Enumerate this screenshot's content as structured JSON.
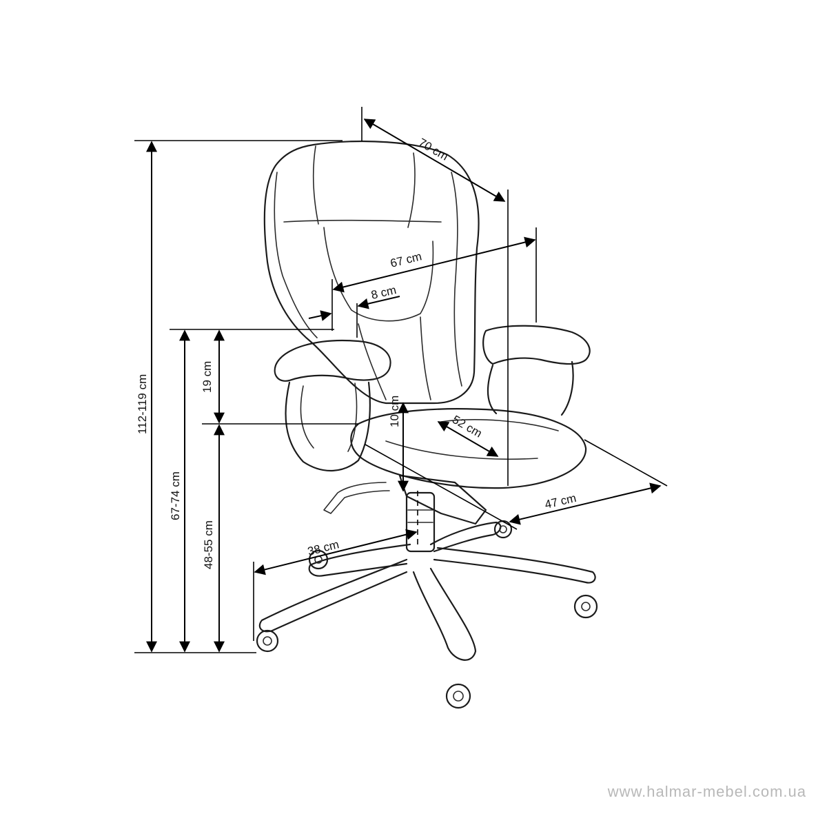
{
  "dimensions": {
    "total_height": "112-119 cm",
    "armrest_height": "67-74 cm",
    "seat_height": "48-55 cm",
    "arm_above_seat": "19 cm",
    "seat_thickness": "10 cm",
    "overall_depth": "70 cm",
    "overall_width": "67 cm",
    "armrest_width": "8 cm",
    "seat_width": "52 cm",
    "seat_depth": "47 cm",
    "base_radius": "38 cm"
  },
  "watermark": "www.halmar-mebel.com.ua"
}
